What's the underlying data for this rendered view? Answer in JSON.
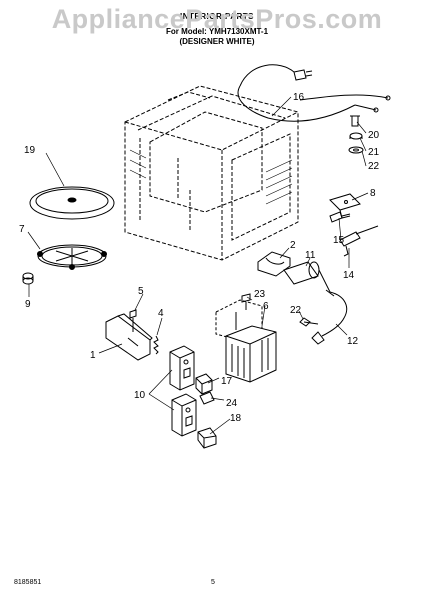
{
  "watermark": "AppliancePartsPros.com",
  "header": {
    "title": "INTERIOR PARTS",
    "line2": "For Model: YMH7130XMT-1",
    "line3": "(DESIGNER WHITE)"
  },
  "callouts": {
    "c1": "1",
    "c2": "2",
    "c4": "4",
    "c5": "5",
    "c6": "6",
    "c7": "7",
    "c8": "8",
    "c9": "9",
    "c10": "10",
    "c11": "11",
    "c12": "12",
    "c14": "14",
    "c15": "15",
    "c16": "16",
    "c17": "17",
    "c18": "18",
    "c19": "19",
    "c20": "20",
    "c21": "21",
    "c22a": "22",
    "c22b": "22",
    "c23": "23",
    "c24": "24"
  },
  "footer": {
    "left": "8185851",
    "page": "5"
  }
}
